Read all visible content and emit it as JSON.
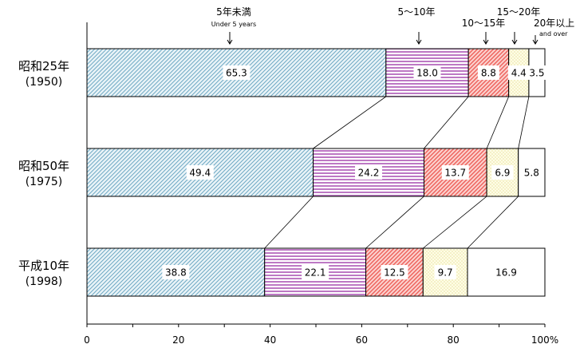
{
  "chart_data": {
    "type": "bar",
    "orientation": "horizontal",
    "stacked": true,
    "categories": [
      {
        "label": "昭和25年",
        "sublabel": "(1950)"
      },
      {
        "label": "昭和50年",
        "sublabel": "(1975)"
      },
      {
        "label": "平成10年",
        "sublabel": "(1998)"
      }
    ],
    "series": [
      {
        "name": "5年未満",
        "name_en": "Under 5 years",
        "values": [
          65.3,
          49.4,
          38.8
        ],
        "color": "#a8cfe0",
        "pattern": "diagonal"
      },
      {
        "name": "5〜10年",
        "values": [
          18.0,
          24.2,
          22.1
        ],
        "color": "#c98ad0",
        "pattern": "horizontal"
      },
      {
        "name": "10〜15年",
        "values": [
          8.8,
          13.7,
          12.5
        ],
        "color": "#f07a74",
        "pattern": "diagonal-red"
      },
      {
        "name": "15〜20年",
        "values": [
          4.4,
          6.9,
          9.7
        ],
        "color": "#fffbd6",
        "pattern": "dots"
      },
      {
        "name": "20年以上",
        "name_en": "and over",
        "values": [
          3.5,
          5.8,
          16.9
        ],
        "color": "#ffffff",
        "pattern": "none"
      }
    ],
    "value_labels": [
      [
        "65.3",
        "18.0",
        "8.8",
        "4.4",
        "3.5"
      ],
      [
        "49.4",
        "24.2",
        "13.7",
        "6.9",
        "5.8"
      ],
      [
        "38.8",
        "22.1",
        "12.5",
        "9.7",
        "16.9"
      ]
    ],
    "xlim": [
      0,
      100
    ],
    "xticks": [
      "0",
      "20",
      "40",
      "60",
      "80",
      "100%"
    ],
    "connector_lines": true,
    "grid": false
  }
}
